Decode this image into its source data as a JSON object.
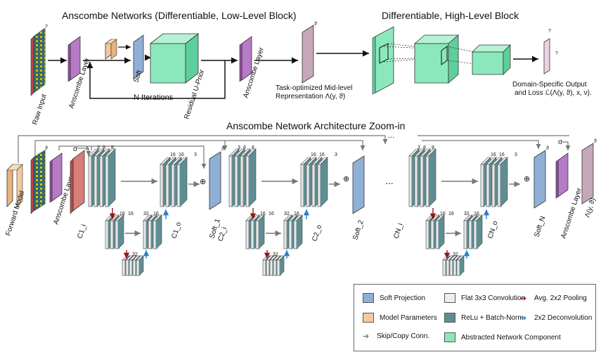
{
  "top": {
    "left_title": "Anscombe Networks (Differentiable, Low-Level Block)",
    "right_title": "Differentiable, High-Level Block",
    "raw_input": "Raw Input",
    "anscombe_layer": "Anscombe Layer",
    "soft": "Soft",
    "residual": "Residual U-Prior",
    "iterations": "N  Iterations",
    "midlevel_1": "Task-optimized Mid-level",
    "midlevel_2": "Representation Λ(y, ϑ)",
    "output_1": "Domain-Specific Output",
    "output_2": "and Loss ℒ(Λ(y, ϑ), x, ν).",
    "q": "?",
    "theta": "ϑ"
  },
  "zoom": {
    "title": "Anscombe Network Architecture Zoom-in",
    "forward_model": "Forward Model",
    "anscombe_layer": "Anscombe Layer",
    "lambda": "Λ(y, ϑ)",
    "sigma": "σ",
    "ellipsis": "...",
    "c1i": "C1_i",
    "c1o": "C1_o",
    "c2i": "C2_i",
    "c2o": "C2_o",
    "cni": "CN_i",
    "cno": "CN_o",
    "soft1": "Soft_1",
    "soft2": "Soft_2",
    "softn": "Soft_N",
    "n3": "3",
    "n8": "8",
    "n16": "16",
    "n32": "32",
    "oplus": "⊕"
  },
  "legend": {
    "soft_projection": "Soft Projection",
    "model_parameters": "Model Parameters",
    "skip": "Skip/Copy Conn.",
    "flat_conv": "Flat 3x3 Convolution",
    "relu_bn": "ReLu + Batch-Norm",
    "abstracted": "Abstracted Network Component",
    "avg_pool": "Avg. 2x2 Pooling",
    "deconv": "2x2 Deconvolution"
  },
  "colors": {
    "soft_blue": "#8fb0d6",
    "model_orange": "#f5c99b",
    "anscombe_purple": "#b77ac6",
    "conv_grey": "#e6e6e6",
    "relu_teal": "#5d8e93",
    "abstract_green": "#8be8bd",
    "pool_red": "#8b1a1a",
    "deconv_blue": "#2a7fc9",
    "mid_mauve": "#c6a8b8"
  }
}
